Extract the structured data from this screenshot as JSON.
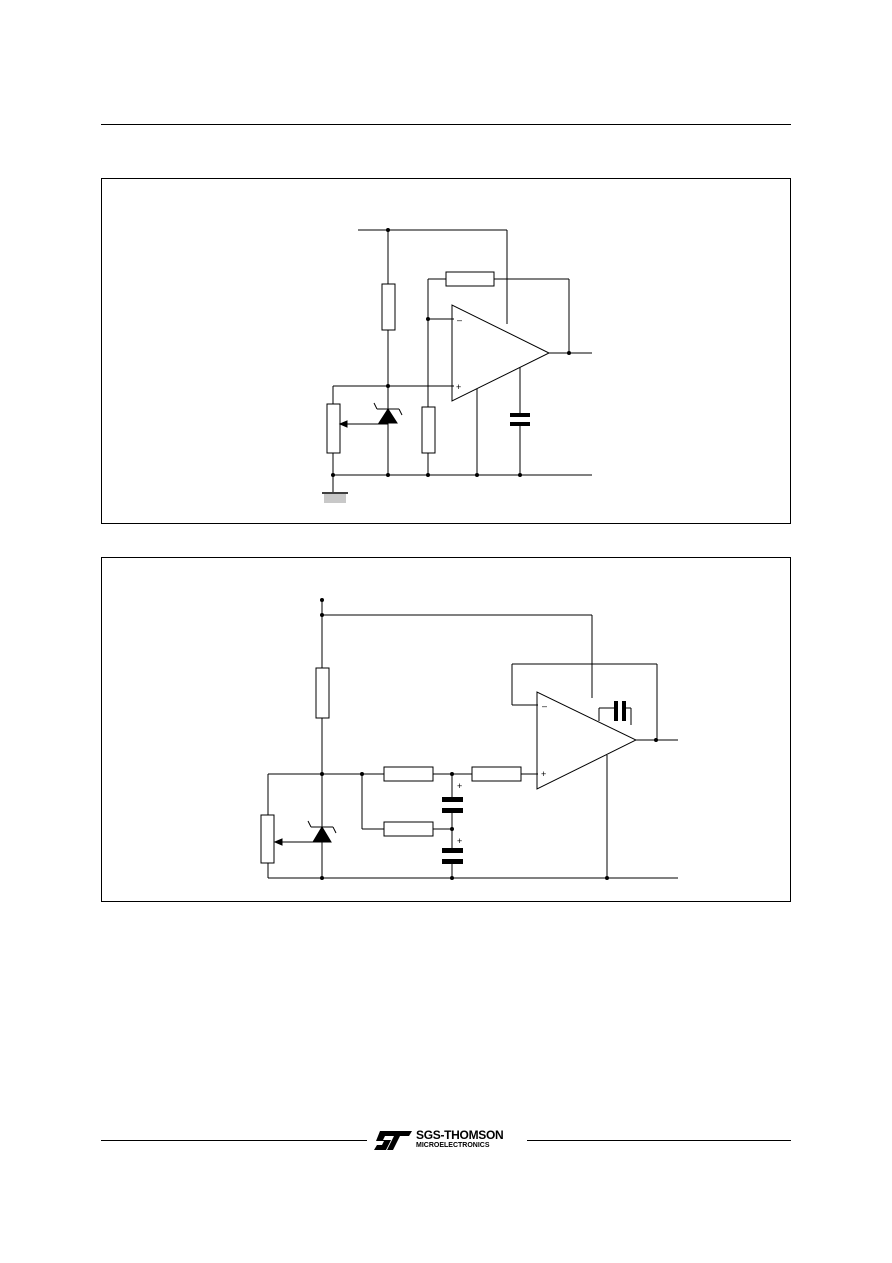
{
  "header": {},
  "figures": [
    {
      "id": "regulator-circuit",
      "opamp_inputs": {
        "inverting": "–",
        "non_inverting": "+"
      }
    },
    {
      "id": "filtered-reference-circuit",
      "opamp_inputs": {
        "inverting": "–",
        "non_inverting": "+"
      },
      "capacitor_polarity_marks": [
        "+",
        "+"
      ]
    }
  ],
  "footer": {
    "brand": {
      "name": "SGS-THOMSON",
      "subtitle": "MICROELECTRONICS",
      "logo_icon": "st-logo-icon"
    }
  }
}
